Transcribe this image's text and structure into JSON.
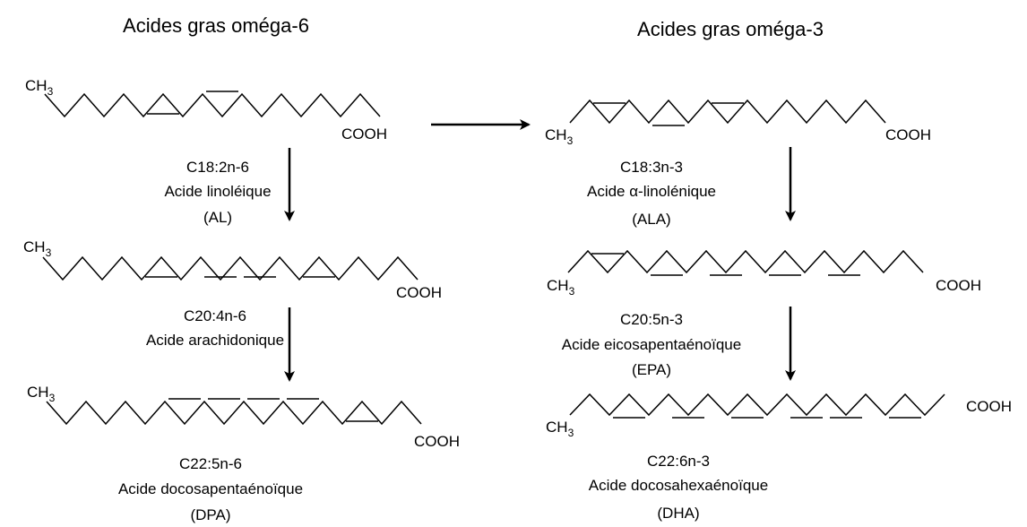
{
  "titles": {
    "omega6": "Acides gras oméga-6",
    "omega3": "Acides gras oméga-3"
  },
  "groups": {
    "ch": "CH",
    "ch_sub": "3",
    "acid": "COOH"
  },
  "molecules": {
    "al": {
      "formula": "C18:2n-6",
      "name": "Acide linoléique",
      "abbr": "(AL)"
    },
    "aa": {
      "formula": "C20:4n-6",
      "name": "Acide arachidonique"
    },
    "dpa": {
      "formula": "C22:5n-6",
      "name": "Acide docosapentaénoïque",
      "abbr": "(DPA)"
    },
    "ala": {
      "formula": "C18:3n-3",
      "name": "Acide α-linolénique",
      "abbr": "(ALA)"
    },
    "epa": {
      "formula": "C20:5n-3",
      "name": "Acide eicosapentaénoïque",
      "abbr": "(EPA)"
    },
    "dha": {
      "formula": "C22:6n-3",
      "name": "Acide docosahexaénoïque",
      "abbr": "(DHA)"
    }
  }
}
